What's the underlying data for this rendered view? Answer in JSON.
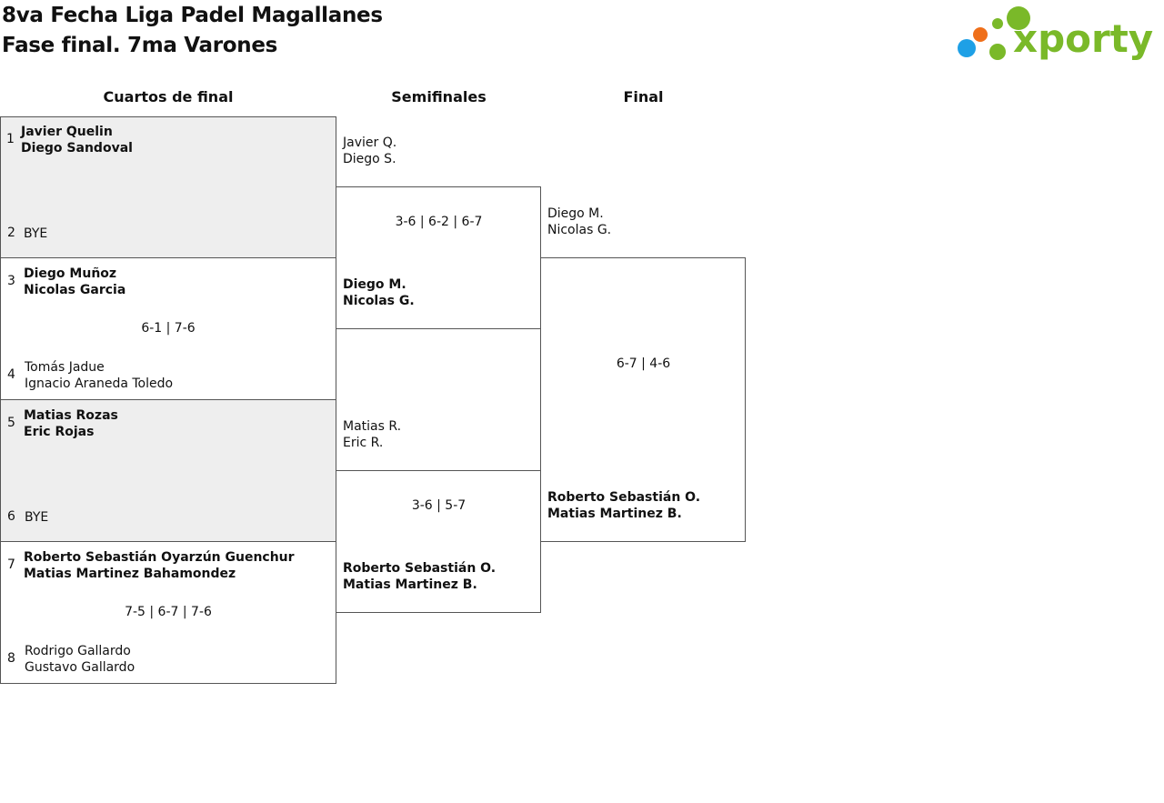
{
  "title_line1": "8va Fecha Liga Padel Magallanes",
  "title_line2": "Fase final. 7ma Varones",
  "logo_text": "xporty",
  "rounds": [
    "Cuartos de final",
    "Semifinales",
    "Final"
  ],
  "quarterfinals": [
    {
      "seed_a": "1",
      "team_a": [
        "Javier Quelin",
        "Diego Sandoval"
      ],
      "seed_b": "2",
      "team_b": [
        "BYE"
      ],
      "score": ""
    },
    {
      "seed_a": "3",
      "team_a": [
        "Diego Muñoz",
        "Nicolas Garcia"
      ],
      "seed_b": "4",
      "team_b": [
        "Tomás Jadue",
        "Ignacio Araneda Toledo"
      ],
      "score": "6-1 | 7-6"
    },
    {
      "seed_a": "5",
      "team_a": [
        "Matias Rozas",
        "Eric Rojas"
      ],
      "seed_b": "6",
      "team_b": [
        "BYE"
      ],
      "score": ""
    },
    {
      "seed_a": "7",
      "team_a": [
        "Roberto Sebastián Oyarzún Guenchur",
        "Matias Martinez Bahamondez"
      ],
      "seed_b": "8",
      "team_b": [
        "Rodrigo Gallardo",
        "Gustavo Gallardo"
      ],
      "score": "7-5 | 6-7 | 7-6"
    }
  ],
  "semifinals": [
    {
      "team_a": [
        "Javier Q.",
        "Diego S."
      ],
      "team_b": [
        "Diego M.",
        "Nicolas G."
      ],
      "score": "3-6 | 6-2 | 6-7"
    },
    {
      "team_a": [
        "Matias R.",
        "Eric R."
      ],
      "team_b": [
        "Roberto Sebastián O.",
        "Matias Martinez B."
      ],
      "score": "3-6 | 5-7"
    }
  ],
  "final": {
    "team_a": [
      "Diego M.",
      "Nicolas G."
    ],
    "team_b": [
      "Roberto Sebastián O.",
      "Matias Martinez B."
    ],
    "score": "6-7 | 4-6"
  },
  "colors": {
    "border": "#555555",
    "bye_match_bg": "#eeeeee",
    "logo_green": "#7ab929",
    "logo_blue": "#1ea0e6",
    "logo_orange": "#ef6f1a"
  }
}
